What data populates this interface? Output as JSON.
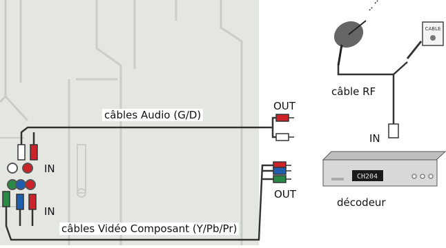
{
  "labels": {
    "audio_cables": "câbles Audio (G/D)",
    "component_cables": "câbles Vidéo Composant (Y/Pb/Pr)",
    "rf_cable": "câble RF",
    "decoder": "décodeur",
    "tv_in_audio": "IN",
    "tv_in_video": "IN",
    "decoder_out_audio": "OUT",
    "decoder_out_video": "OUT",
    "decoder_in_rf": "IN",
    "decoder_display": "CH204",
    "wall_plate": "CABLE"
  },
  "colors": {
    "tv_panel": "#e3e6e1",
    "tv_line": "#c9cdc7",
    "cable": "#333333",
    "red": "#cc2229",
    "white": "#ffffff",
    "green": "#2a8a45",
    "blue": "#1f5fae",
    "decoder_body": "#d8d8d8",
    "decoder_display": "#1a1a1a"
  }
}
